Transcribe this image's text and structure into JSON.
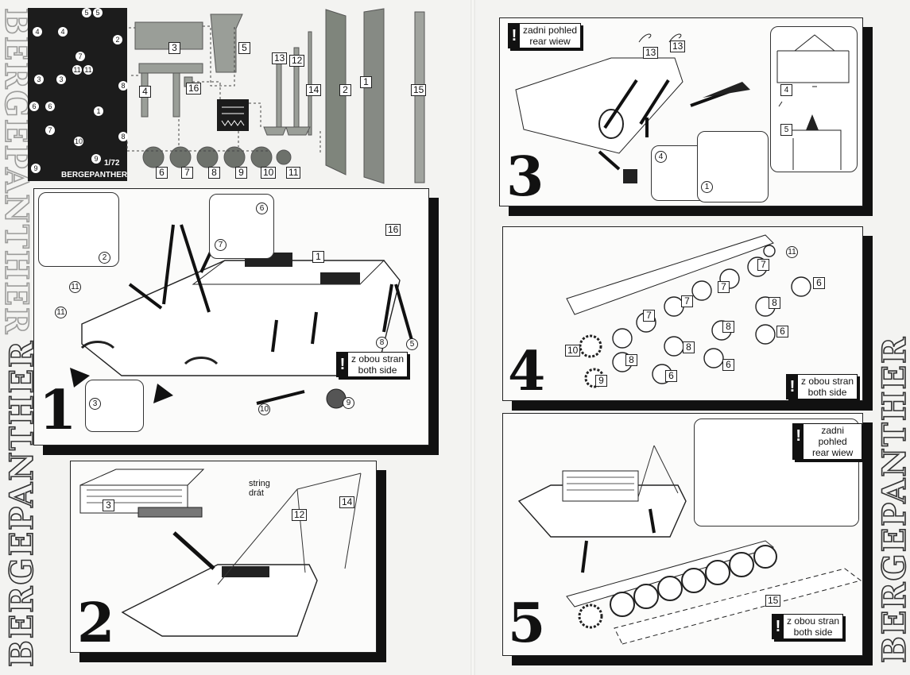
{
  "title_vertical": "BERGEPANTHER",
  "fret": {
    "scale": "1/72",
    "name": "BERGEPANTHER",
    "parts": [
      "5",
      "5",
      "4",
      "4",
      "2",
      "7",
      "11",
      "11",
      "3",
      "3",
      "8",
      "6",
      "6",
      "1",
      "7",
      "10",
      "8",
      "9",
      "9"
    ]
  },
  "parts_layout": {
    "labels": [
      "3",
      "5",
      "4",
      "16",
      "13",
      "12",
      "14",
      "2",
      "1",
      "15",
      "6",
      "7",
      "8",
      "9",
      "10",
      "11"
    ]
  },
  "steps": [
    {
      "number": "1",
      "parts": [
        "2",
        "16",
        "1",
        "6",
        "7",
        "11",
        "11",
        "8",
        "5",
        "10",
        "9",
        "3"
      ],
      "note": {
        "line1": "z obou stran",
        "line2": "both side"
      }
    },
    {
      "number": "2",
      "parts": [
        "3",
        "12",
        "14"
      ],
      "string_label": {
        "line1": "string",
        "line2": "drát"
      }
    },
    {
      "number": "3",
      "parts": [
        "13",
        "13",
        "4",
        "1",
        "4",
        "5"
      ],
      "note": {
        "line1": "zadni pohled",
        "line2": "rear wiew"
      }
    },
    {
      "number": "4",
      "parts": [
        "11",
        "7",
        "7",
        "7",
        "7",
        "8",
        "8",
        "8",
        "8",
        "6",
        "6",
        "6",
        "6",
        "10",
        "9"
      ],
      "note": {
        "line1": "z obou stran",
        "line2": "both side"
      }
    },
    {
      "number": "5",
      "parts": [
        "15"
      ],
      "note_rear": {
        "line1": "zadni pohled",
        "line2": "rear wiew"
      },
      "note_both": {
        "line1": "z obou stran",
        "line2": "both side"
      }
    }
  ]
}
